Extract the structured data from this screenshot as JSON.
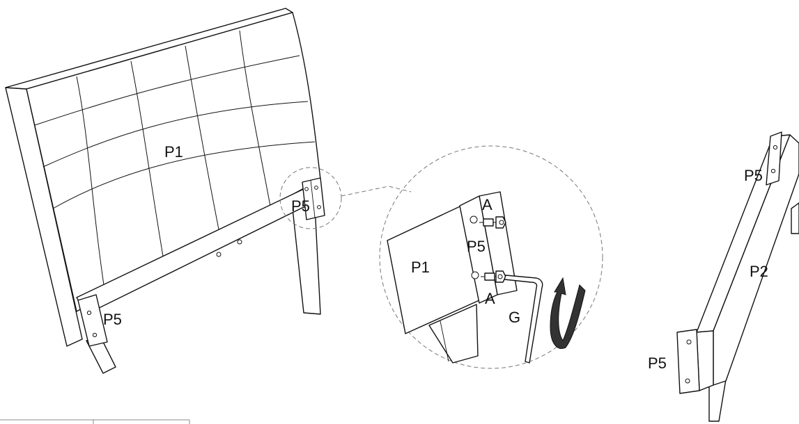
{
  "labels": {
    "headboard_panel": "P1",
    "bracket_left": "P5",
    "bracket_right": "P5",
    "detail_headboard": "P1",
    "detail_bracket": "P5",
    "detail_bolt_top": "A",
    "detail_bolt_bottom": "A",
    "detail_allen_key": "G",
    "rail_bracket_top": "P5",
    "rail_panel": "P2",
    "rail_bracket_bottom": "P5"
  },
  "colors": {
    "line": "#111111",
    "dashed_callout": "#777777",
    "rotation_arrow": "#333333"
  },
  "icons": {
    "rotation": "clockwise-rotation-arrow-icon",
    "tool": "allen-key-icon",
    "fastener": "bolt-icon"
  }
}
